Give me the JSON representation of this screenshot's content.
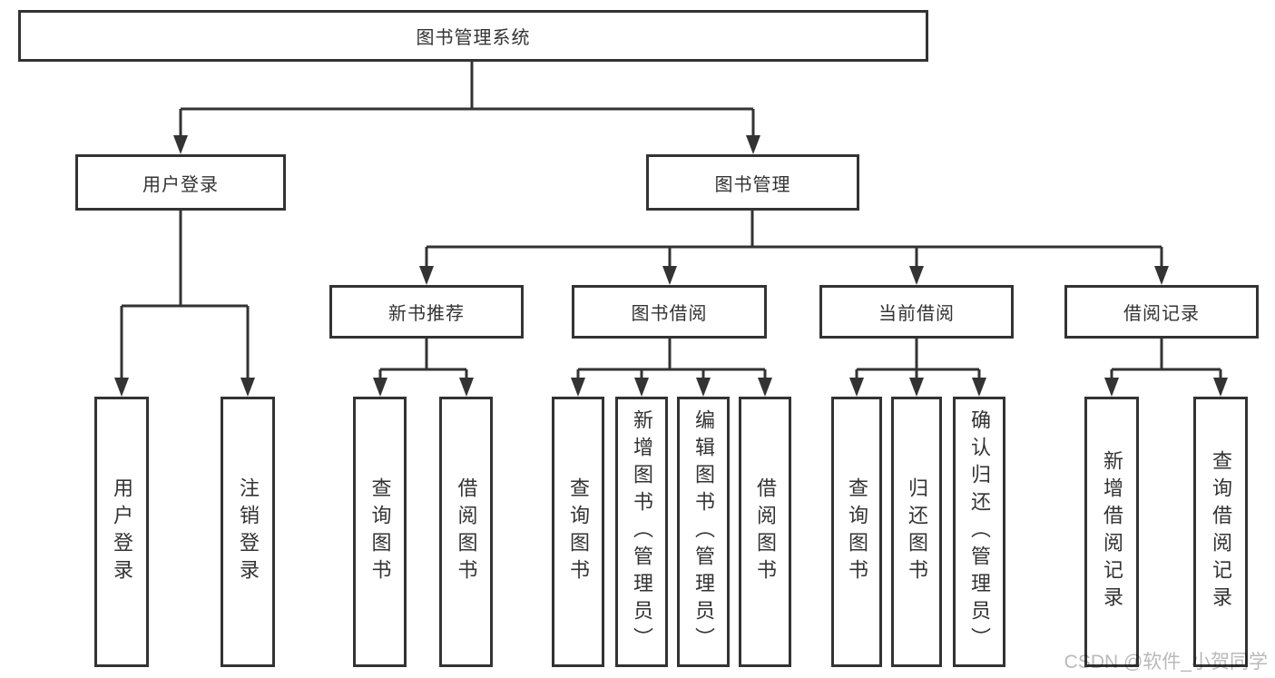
{
  "tree": {
    "label": "图书管理系统",
    "children": [
      {
        "label": "用户登录",
        "children": [
          {
            "label": "用户登录"
          },
          {
            "label": "注销登录"
          }
        ]
      },
      {
        "label": "图书管理",
        "children": [
          {
            "label": "新书推荐",
            "children": [
              {
                "label": "查询图书"
              },
              {
                "label": "借阅图书"
              }
            ]
          },
          {
            "label": "图书借阅",
            "children": [
              {
                "label": "查询图书"
              },
              {
                "label": "新增图书（管理员）"
              },
              {
                "label": "编辑图书（管理员）"
              },
              {
                "label": "借阅图书"
              }
            ]
          },
          {
            "label": "当前借阅",
            "children": [
              {
                "label": "查询图书"
              },
              {
                "label": "归还图书"
              },
              {
                "label": "确认归还（管理员）"
              }
            ]
          },
          {
            "label": "借阅记录",
            "children": [
              {
                "label": "新增借阅记录"
              },
              {
                "label": "查询借阅记录"
              }
            ]
          }
        ]
      }
    ]
  },
  "watermark": {
    "text": "CSDN @软件_小贺同学"
  },
  "colors": {
    "line": "#333333",
    "text": "#333333",
    "watermark_gray": "#b9b9b9",
    "background": "#ffffff"
  }
}
